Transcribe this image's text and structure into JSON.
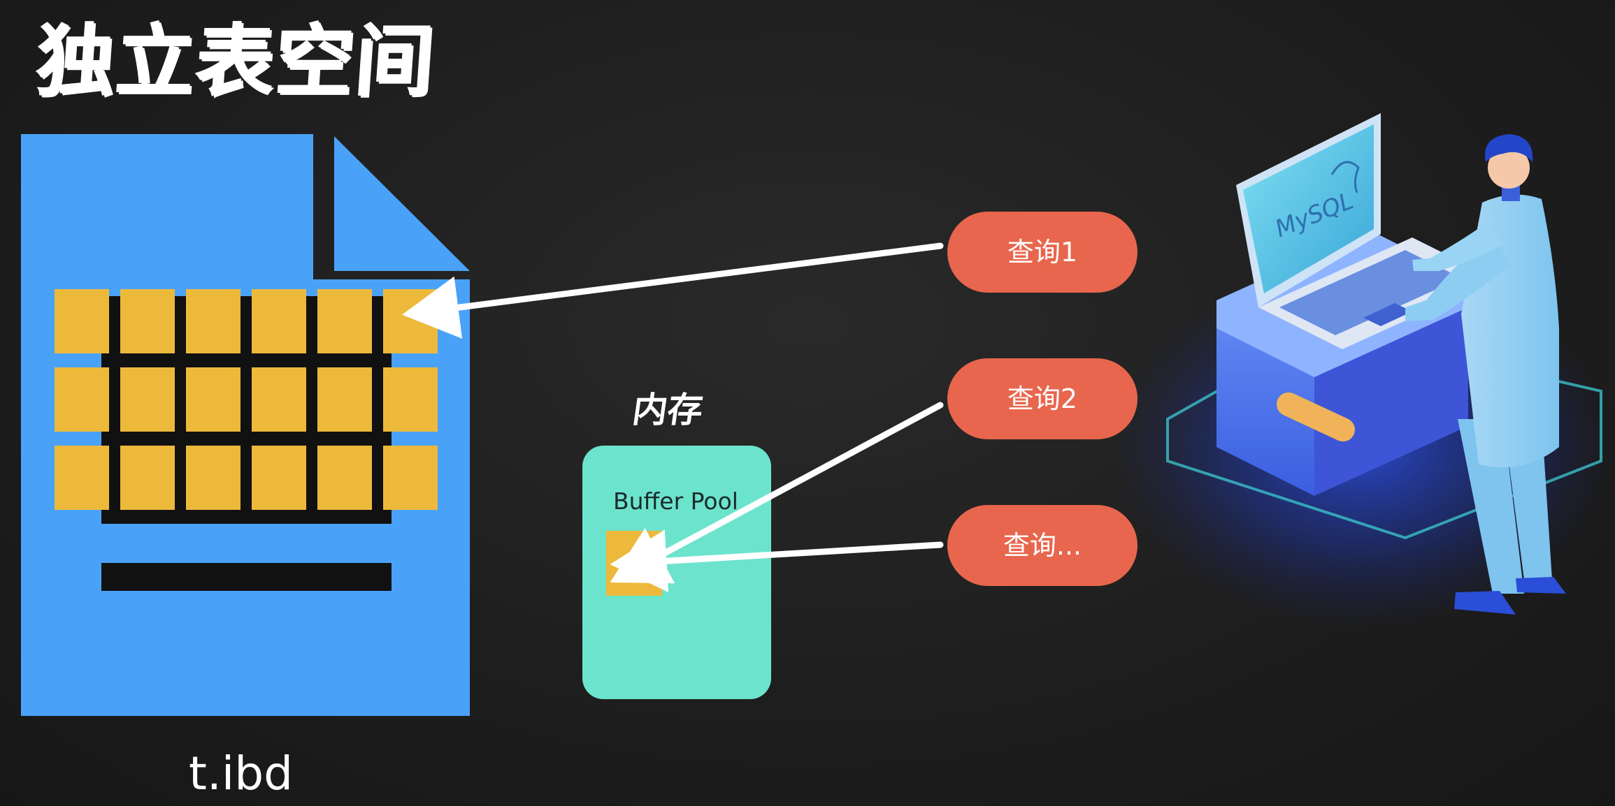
{
  "title": "独立表空间",
  "file": {
    "name": "t.ibd",
    "page_rows": 3,
    "page_cols": 6
  },
  "memory": {
    "label": "内存",
    "buffer_pool_label": "Buffer Pool"
  },
  "queries": [
    {
      "label": "查询1"
    },
    {
      "label": "查询2"
    },
    {
      "label": "查询..."
    }
  ],
  "illustration": {
    "screen_logo": "MySQL"
  },
  "colors": {
    "file_blue": "#4aa2f8",
    "page_yellow": "#edb93b",
    "buffer_pool_green": "#6ce4cd",
    "query_red": "#e8664d",
    "background": "#1e1e1e",
    "arrow": "#ffffff"
  }
}
